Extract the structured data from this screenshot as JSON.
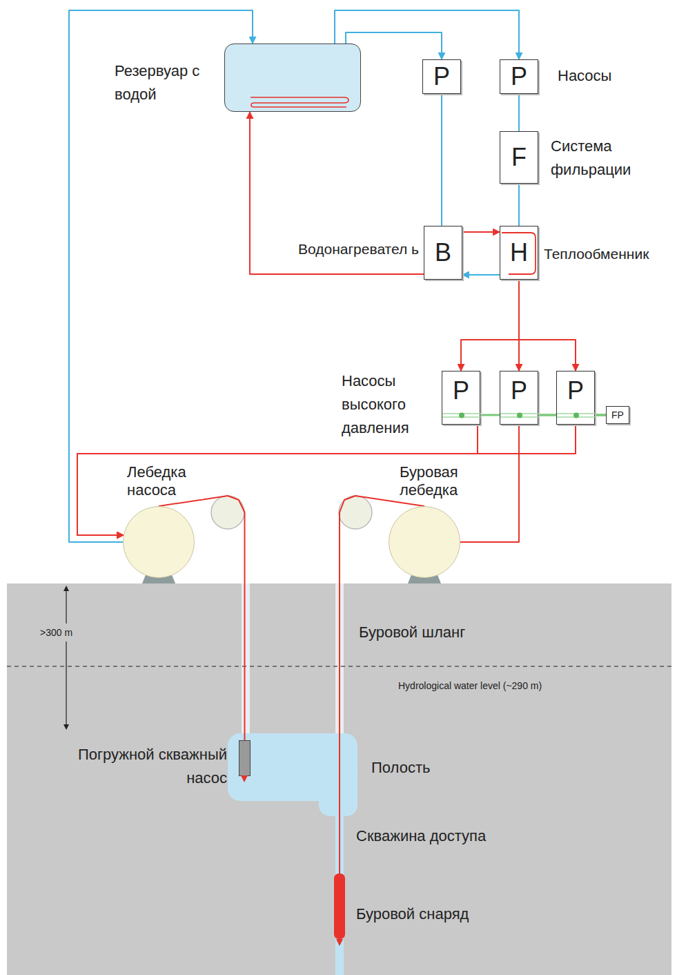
{
  "diagram": {
    "nodes": [
      {
        "text": [
          "Резервуар с водой"
        ]
      },
      {
        "text": [
          "P"
        ]
      },
      {
        "text": [
          "P"
        ]
      },
      {
        "text": [
          "F",
          "Система фильрации"
        ]
      },
      {
        "text": [
          "B",
          "Водонагревател ь"
        ]
      },
      {
        "text": [
          "H",
          "Теплообменник"
        ]
      },
      {
        "text": [
          "P"
        ]
      },
      {
        "text": [
          "P"
        ]
      },
      {
        "text": [
          "P"
        ]
      },
      {
        "text": [
          "FP"
        ]
      },
      {
        "text": [
          "Лебедка насоса"
        ]
      },
      {
        "text": [
          "Буровая лебедка"
        ]
      },
      {
        "text": [
          "Полость"
        ]
      },
      {
        "text": [
          "Погружной скважный насос"
        ],
        "in": 12
      },
      {
        "text": [
          "Буровой снаряд"
        ]
      }
    ],
    "edges": [
      {
        "from": 0,
        "to": 1,
        "arrow": "to"
      },
      {
        "from": 0,
        "to": 2,
        "arrow": "to"
      },
      {
        "from": 1,
        "to": 4,
        "arrow": "none"
      },
      {
        "from": 2,
        "to": 3,
        "arrow": "none"
      },
      {
        "from": 3,
        "to": 5,
        "arrow": "none"
      },
      {
        "from": 4,
        "to": 5,
        "arrow": "to"
      },
      {
        "from": 5,
        "to": 4,
        "arrow": "to"
      },
      {
        "from": 4,
        "to": 0,
        "arrow": "to"
      },
      {
        "from": 5,
        "to": 6,
        "arrow": "to"
      },
      {
        "from": 5,
        "to": 7,
        "arrow": "to"
      },
      {
        "from": 5,
        "to": 8,
        "arrow": "to"
      },
      {
        "from": 6,
        "to": 10,
        "arrow": "to"
      },
      {
        "from": 8,
        "to": 10,
        "arrow": "to"
      },
      {
        "from": 7,
        "to": 11,
        "arrow": "none"
      },
      {
        "from": 10,
        "to": 0,
        "arrow": "to"
      },
      {
        "from": 10,
        "to": 13,
        "arrow": "none"
      },
      {
        "from": 11,
        "to": 14,
        "arrow": "none"
      },
      {
        "from": 9,
        "to": 8,
        "arrow": "none"
      },
      {
        "from": 9,
        "to": 7,
        "arrow": "none"
      },
      {
        "from": 9,
        "to": 6,
        "arrow": "none"
      }
    ],
    "labels": [
      "Насосы",
      "Насосы высокого давления",
      ">300 m",
      "Буровой шланг",
      "Hydrological water level (~290 m)",
      "Скважина доступа"
    ]
  }
}
